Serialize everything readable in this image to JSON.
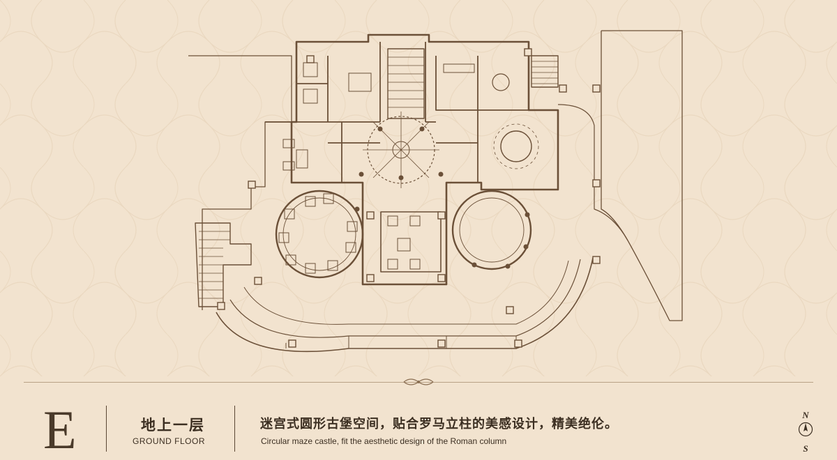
{
  "colors": {
    "background": "#f2e3cf",
    "wall": "#6b5038",
    "pattern": "#ead8c0",
    "text": "#3c2f22"
  },
  "header": {
    "letter": "E",
    "floor_cn": "地上一层",
    "floor_en": "GROUND FLOOR",
    "description_cn": "迷宫式圆形古堡空间，贴合罗马立柱的美感设计，精美绝伦。",
    "description_en": "Circular maze castle, fit the aesthetic design of the Roman column"
  },
  "compass": {
    "north": "N",
    "south": "S"
  },
  "icons": [
    "compass-icon",
    "ornament-icon"
  ]
}
